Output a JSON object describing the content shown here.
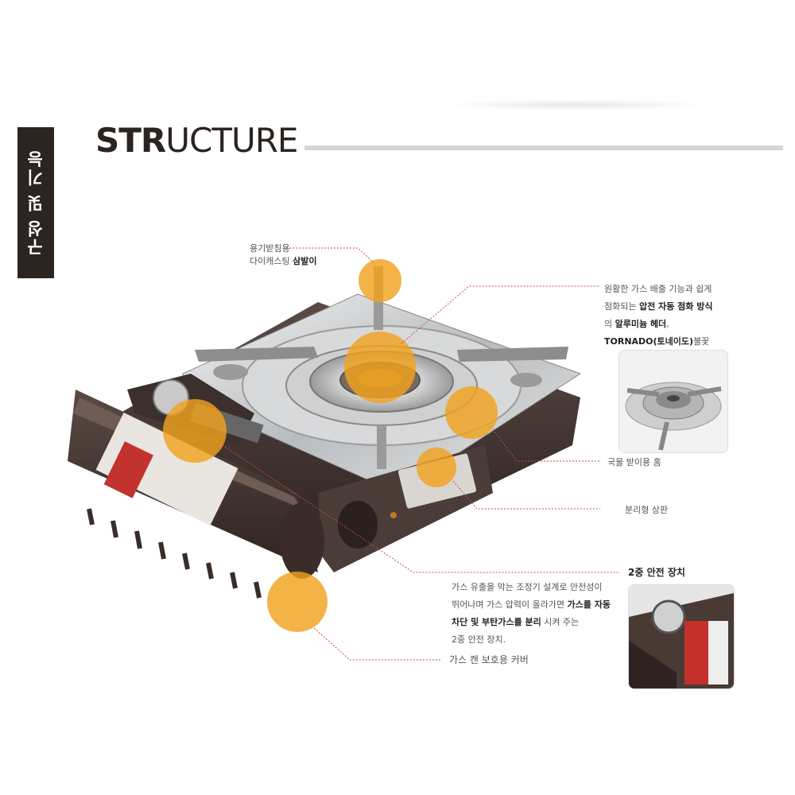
{
  "side_tab": "구성 및 기능",
  "title": {
    "bold": "STR",
    "light": "UCTURE"
  },
  "labels": {
    "pot_support_line1": "용기받침용",
    "pot_support_line2": "다이캐스팅 ",
    "pot_support_line2_bold": "삼발이",
    "burner_line1": "원활한 가스 배출 기능과 쉽게",
    "burner_line2_pre": "점화되는 ",
    "burner_line2_bold": "압전 자동 점화 방식",
    "burner_line3_pre": "의 ",
    "burner_line3_bold": "알루미늄 헤더",
    "burner_line3_post": ",",
    "burner_line4_bold": "TORNADO(토네이도)",
    "burner_line4_post": "불꽃",
    "groove": "국물 받이용 홈",
    "plate": "분리형 상판",
    "safety_title": "2중 안전 장치",
    "safety_line1": "가스 유출을 막는 조정기 설계로 안전성이",
    "safety_line2_pre": "뛰어나며 가스 압력이 올라가면 ",
    "safety_line2_bold": "가스를 자동",
    "safety_line3_bold": "차단 및 부탄가스를 분리",
    "safety_line3_post": " 시켜 주는",
    "safety_line4": "2중 안전 장치.",
    "cover": "가스 캔 보호용 커버"
  },
  "colors": {
    "accent": "#f0a21e",
    "dark": "#2b2421",
    "rule": "#d6d6d6",
    "line": "#c94a4a"
  }
}
